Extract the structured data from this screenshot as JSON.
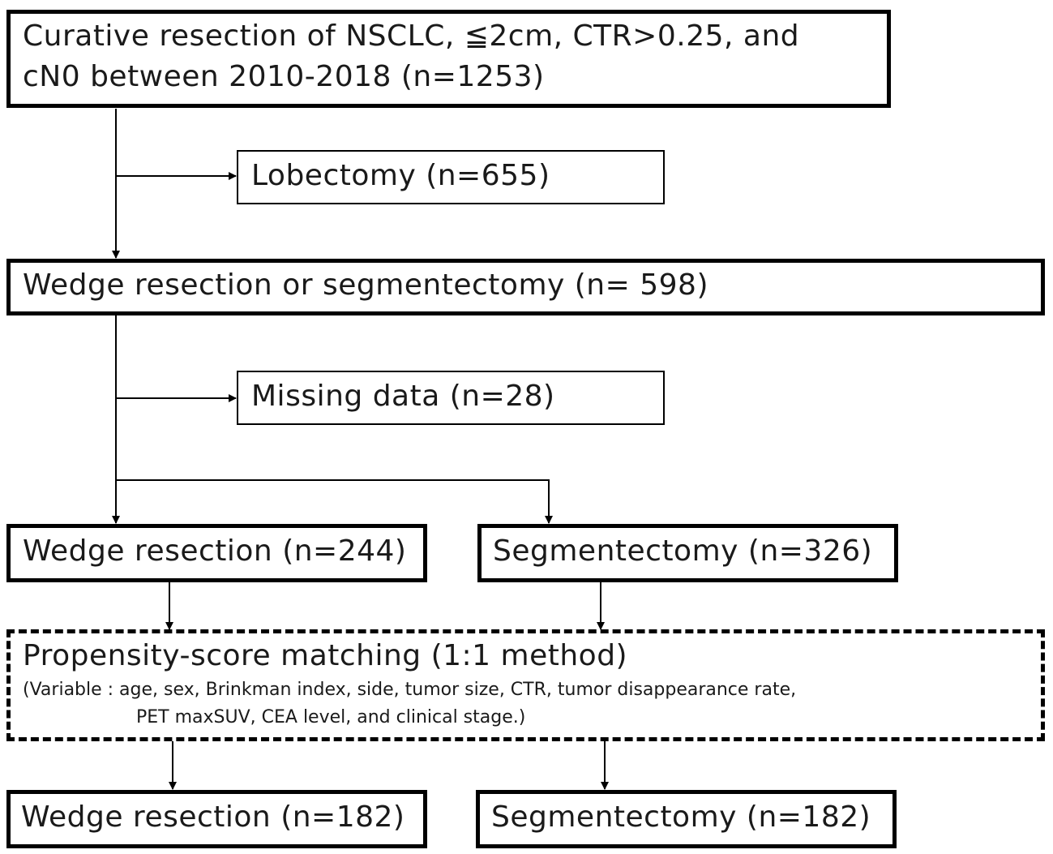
{
  "nodes": {
    "initial": {
      "line1": "Curative resection of NSCLC, ≦2cm, CTR>0.25, and",
      "line2": "cN0 between 2010-2018 (n=1253)"
    },
    "lobectomy": "Lobectomy (n=655)",
    "sublobar": "Wedge resection or segmentectomy (n= 598)",
    "missing": "Missing data (n=28)",
    "wedge_pre": "Wedge resection (n=244)",
    "segment_pre": "Segmentectomy (n=326)",
    "psm": {
      "title": "Propensity-score matching (1:1 method)",
      "variables_line1": "(Variable : age, sex, Brinkman index, side, tumor size, CTR, tumor disappearance rate,",
      "variables_line2": "PET maxSUV, CEA level, and clinical stage.)"
    },
    "wedge_post": "Wedge resection (n=182)",
    "segment_post": "Segmentectomy (n=182)"
  }
}
